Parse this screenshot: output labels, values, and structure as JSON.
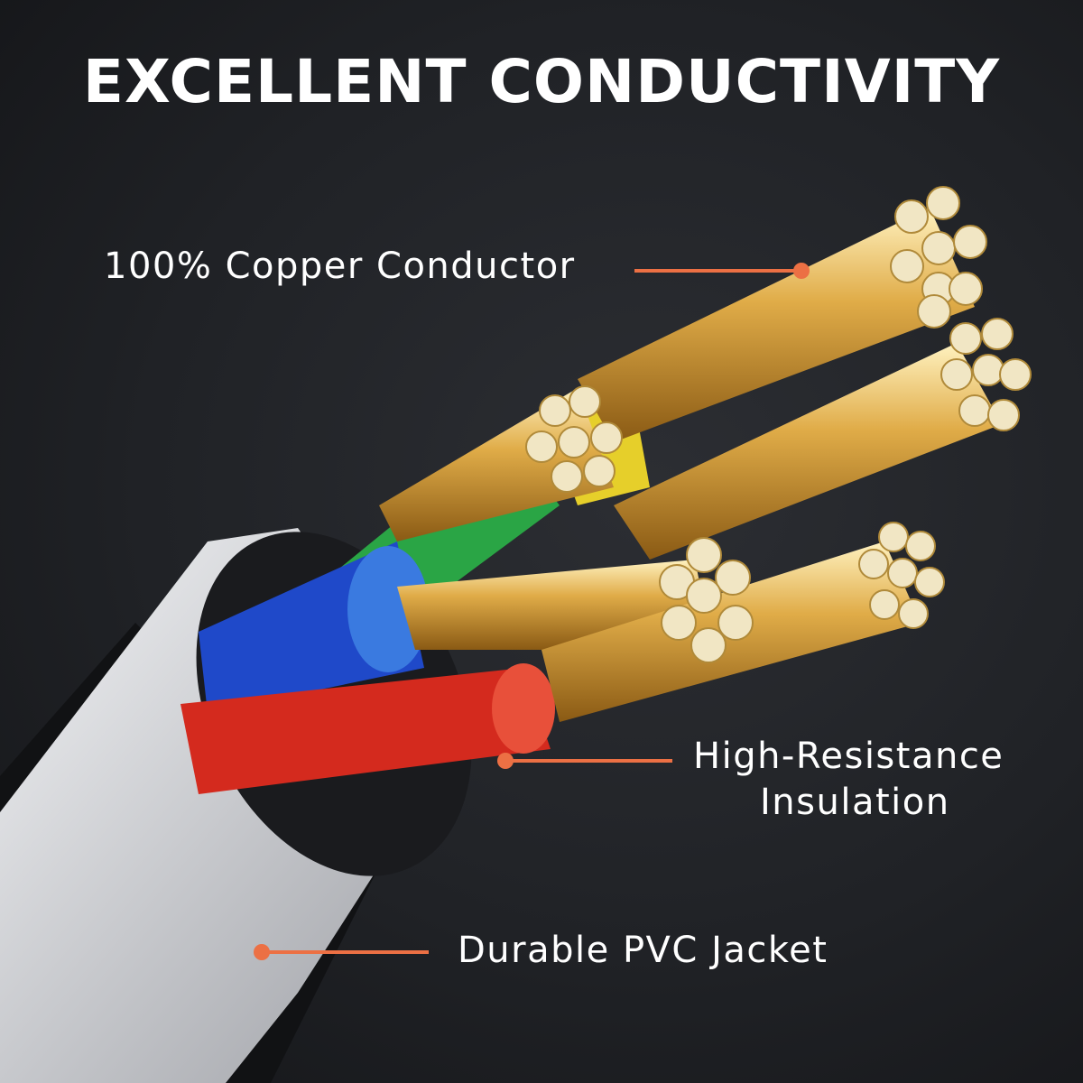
{
  "title": "EXCELLENT CONDUCTIVITY",
  "callouts": {
    "copper": "100% Copper Conductor",
    "insulation_line1": "High-Resistance",
    "insulation_line2": "Insulation",
    "jacket": "Durable PVC Jacket"
  },
  "colors": {
    "accent": "#ec7044",
    "copper": "#d9a441",
    "jacket": "#e6e8ec",
    "wire_blue": "#1f49c9",
    "wire_red": "#d42a1e",
    "wire_green": "#2aa545",
    "wire_yellow": "#e6cf2a"
  }
}
